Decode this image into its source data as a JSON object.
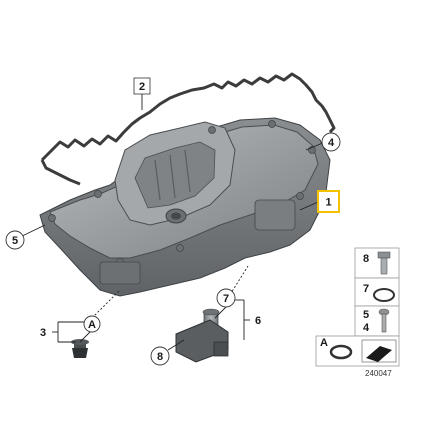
{
  "callouts": {
    "c1": "1",
    "c2": "2",
    "c3": "3",
    "c4": "4",
    "c5": "5",
    "c6": "6",
    "c7": "7",
    "c8": "8",
    "cA": "A"
  },
  "legend": {
    "item8": "8",
    "item7": "7",
    "item5": "5",
    "item4": "4",
    "itemA": "A"
  },
  "diagram_number": "240047",
  "colors": {
    "highlight": "#f2c200",
    "pan": "#8f9396",
    "pan_dark": "#5e6366",
    "gasket": "#3a3c3e",
    "line": "#222222"
  }
}
